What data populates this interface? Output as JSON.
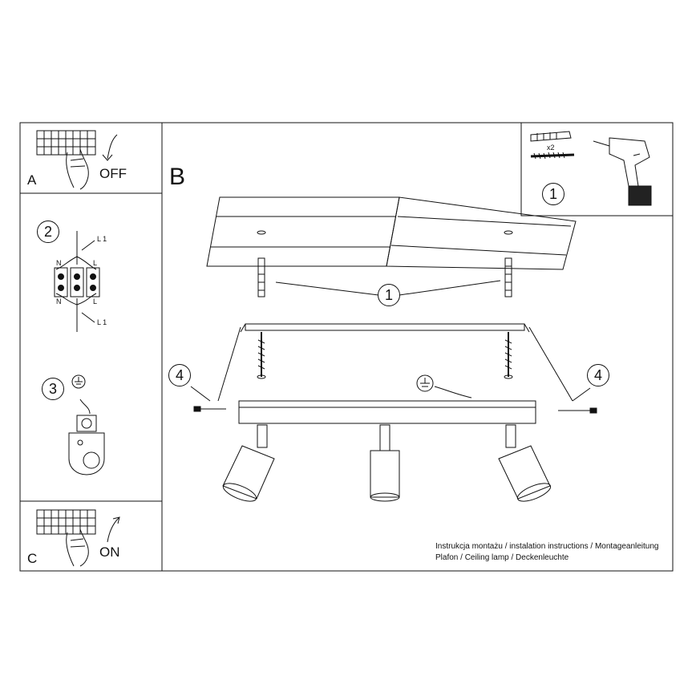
{
  "panels": {
    "a": {
      "letter": "A",
      "action": "OFF"
    },
    "b": {
      "letter": "B"
    },
    "c": {
      "letter": "C",
      "action": "ON"
    }
  },
  "steps": {
    "one": "1",
    "two": "2",
    "three": "3",
    "four": "4"
  },
  "tools": {
    "multiplier": "x2"
  },
  "wiring": {
    "l1": "L 1",
    "n": "N",
    "l": "L"
  },
  "footer": {
    "line1": "Instrukcja montażu / instalation instructions / Montageanleitung",
    "line2": "Plafon / Ceiling lamp / Deckenleuchte"
  },
  "icons": [
    "earth-icon",
    "drill-icon",
    "wall-plug-icon",
    "screw-icon",
    "breaker-panel-icon",
    "hand-icon",
    "arrow-icon",
    "terminal-block-icon",
    "earth-clamp-icon",
    "spotlight-icon"
  ]
}
